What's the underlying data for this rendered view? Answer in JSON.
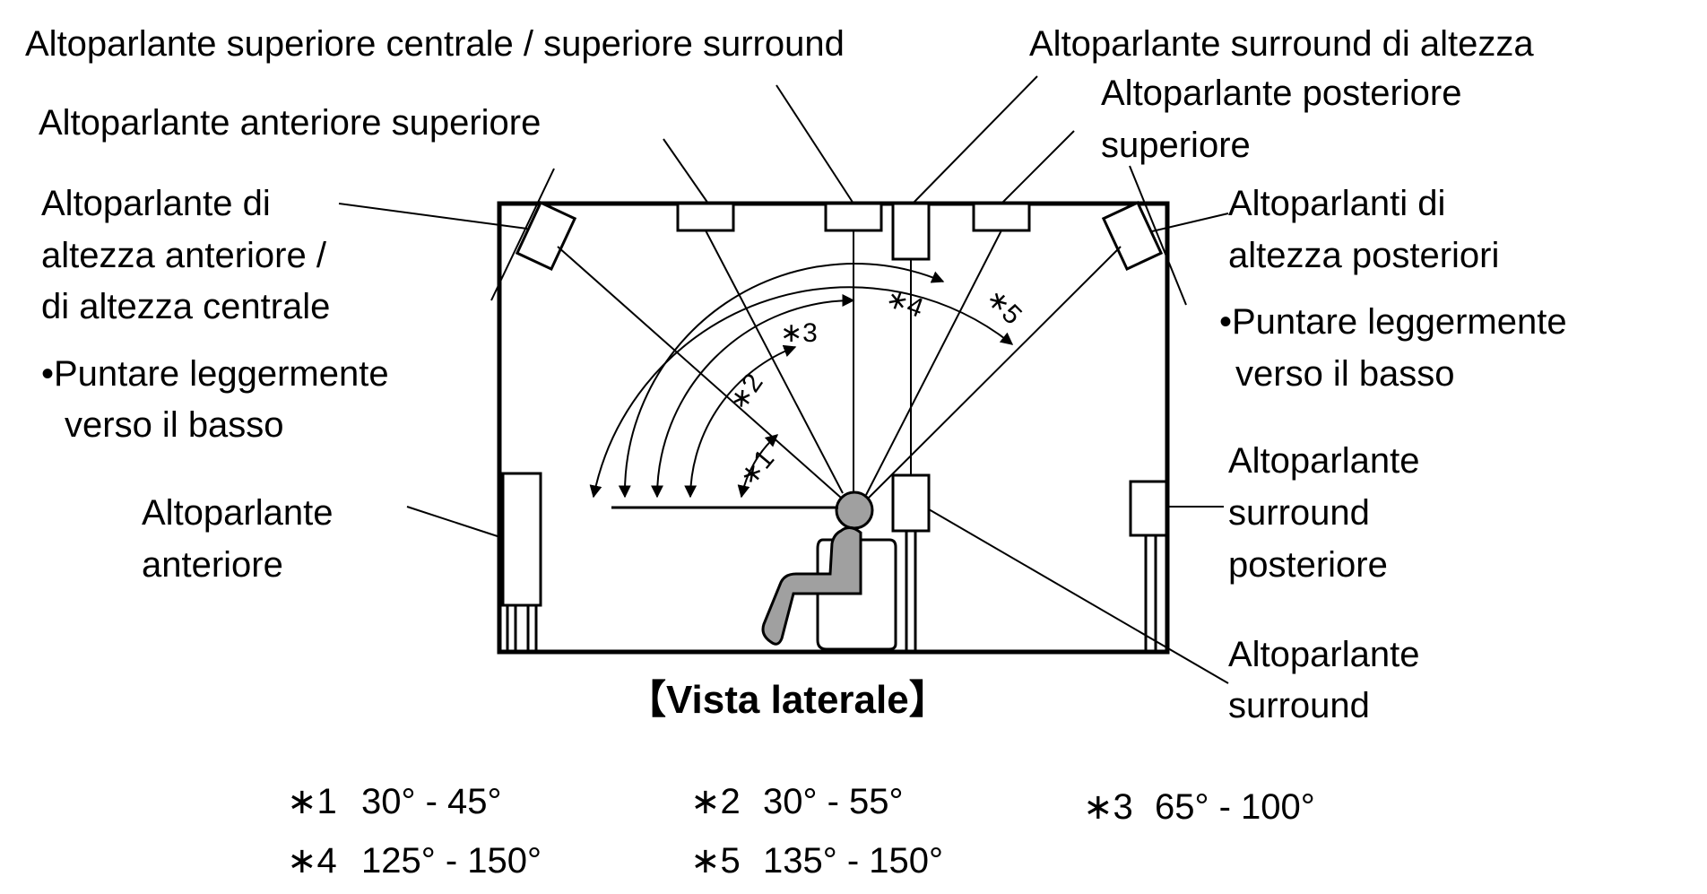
{
  "colors": {
    "line": "#000000",
    "person": "#a0a0a0",
    "background": "#ffffff"
  },
  "labels": {
    "top_center_surround": "Altoparlante superiore centrale / superiore surround",
    "surround_height": "Altoparlante surround di altezza",
    "front_top": "Altoparlante anteriore superiore",
    "rear_top_1": "Altoparlante posteriore",
    "rear_top_2": "superiore",
    "front_height_1": "Altoparlante di",
    "front_height_2": "altezza anteriore /",
    "front_height_3": "di altezza centrale",
    "point_down_left_1": "•Puntare leggermente",
    "point_down_left_2": "verso il basso",
    "rear_height_1": "Altoparlanti di",
    "rear_height_2": "altezza posteriori",
    "point_down_right_1": "•Puntare leggermente",
    "point_down_right_2": "verso il basso",
    "front_1": "Altoparlante",
    "front_2": "anteriore",
    "surround_back_1": "Altoparlante",
    "surround_back_2": "surround",
    "surround_back_3": "posteriore",
    "surround_1": "Altoparlante",
    "surround_2": "surround",
    "view_title": "【Vista laterale】"
  },
  "angle_markers": [
    "∗1",
    "∗2",
    "∗3",
    "∗4",
    "∗5"
  ],
  "footnotes": [
    {
      "mark": "∗1",
      "range": "30° - 45°"
    },
    {
      "mark": "∗2",
      "range": "30° - 55°"
    },
    {
      "mark": "∗3",
      "range": "65° - 100°"
    },
    {
      "mark": "∗4",
      "range": "125° - 150°"
    },
    {
      "mark": "∗5",
      "range": "135° - 150°"
    }
  ]
}
